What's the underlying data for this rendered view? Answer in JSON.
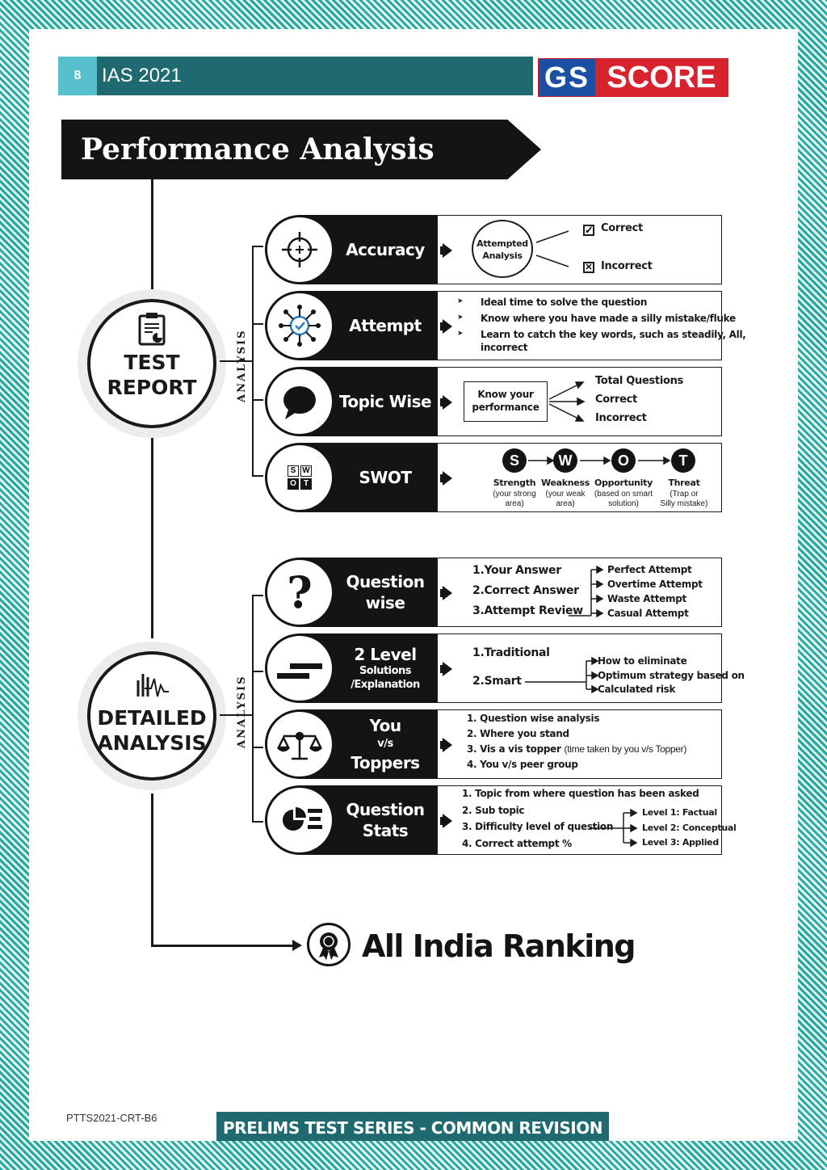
{
  "header": {
    "page_number": "8",
    "title": "IAS 2021",
    "logo_left": "GS",
    "logo_right": "SCORE"
  },
  "banner": {
    "title": "Performance Analysis"
  },
  "test_report": {
    "label_line1": "TEST",
    "label_line2": "REPORT",
    "side_label": "ANALYSIS",
    "rows": {
      "accuracy": {
        "label": "Accuracy",
        "center": "Attempted Analysis",
        "correct": "Correct",
        "incorrect": "Incorrect"
      },
      "attempt": {
        "label": "Attempt",
        "bullets": [
          "Ideal time to solve the question",
          "Know where you have made a silly mistake/fluke",
          "Learn to catch the key words, such as steadily, All,",
          "incorrect"
        ]
      },
      "topic": {
        "label": "Topic Wise",
        "box": "Know your performance",
        "items": [
          "Total Questions",
          "Correct",
          "Incorrect"
        ]
      },
      "swot": {
        "label": "SWOT",
        "icon_letters": [
          "S",
          "W",
          "O",
          "T"
        ],
        "items": [
          {
            "letter": "S",
            "name": "Strength",
            "desc1": "(your strong",
            "desc2": "area)"
          },
          {
            "letter": "W",
            "name": "Weakness",
            "desc1": "(your weak",
            "desc2": "area)"
          },
          {
            "letter": "O",
            "name": "Opportunity",
            "desc1": "(based on smart",
            "desc2": "solution)"
          },
          {
            "letter": "T",
            "name": "Threat",
            "desc1": "(Trap or",
            "desc2": "Silly mistake)"
          }
        ]
      }
    }
  },
  "detailed": {
    "label_line1": "DETAILED",
    "label_line2": "ANALYSIS",
    "side_label": "ANALYSIS",
    "rows": {
      "question_wise": {
        "label1": "Question",
        "label2": "wise",
        "items": [
          "1.Your Answer",
          "2.Correct Answer",
          "3.Attempt Review"
        ],
        "outcomes": [
          "Perfect Attempt",
          "Overtime Attempt",
          "Waste Attempt",
          "Casual Attempt"
        ]
      },
      "two_level": {
        "label1": "2 Level",
        "label2": "Solutions",
        "label3": "/Explanation",
        "items": [
          "1.Traditional",
          "2.Smart"
        ],
        "outcomes": [
          "How to eliminate",
          "Optimum strategy based on",
          "Calculated risk"
        ]
      },
      "toppers": {
        "label1": "You",
        "label2": "v/s",
        "label3": "Toppers",
        "items": [
          "1. Question wise analysis",
          "2. Where you stand"
        ],
        "item3_bold": "3. Vis a vis topper",
        "item3_rest": "(time taken by you v/s Topper)",
        "item4": "4. You v/s peer group"
      },
      "stats": {
        "label1": "Question",
        "label2": "Stats",
        "items": [
          "1. Topic from where question has been asked",
          "2. Sub topic",
          "3. Difficulty level of question",
          "4. Correct attempt %"
        ],
        "levels": [
          "Level 1: Factual",
          "Level 2: Conceptual",
          "Level 3: Applied"
        ]
      }
    }
  },
  "ranking": {
    "label": "All India Ranking"
  },
  "footer": {
    "code": "PTTS2021-CRT-B6",
    "title": "PRELIMS TEST SERIES - COMMON REVISION TEST"
  },
  "colors": {
    "teal": "#1e6a70",
    "light_teal": "#57c0cc",
    "gs_blue": "#1b4fa3",
    "score_red": "#d8232f",
    "ink": "#141414"
  }
}
